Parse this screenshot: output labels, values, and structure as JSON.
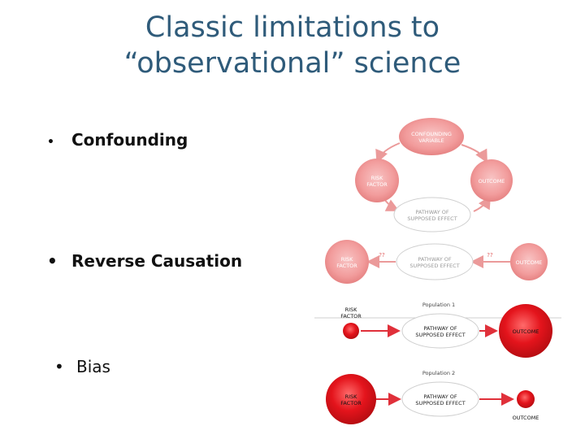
{
  "title": {
    "line1": "Classic limitations to",
    "line2": "“observational” science"
  },
  "bullets": [
    {
      "marker": "•",
      "label": "Confounding"
    },
    {
      "marker": "•",
      "label": "Reverse Causation"
    },
    {
      "marker": "•",
      "label": "Bias"
    }
  ],
  "confounding_diagram": {
    "confounder": [
      "CONFOUNDING",
      "VARIABLE"
    ],
    "risk_factor": [
      "RISK",
      "FACTOR"
    ],
    "outcome": "OUTCOME",
    "pathway": [
      "PATHWAY OF",
      "SUPPOSED EFFECT"
    ]
  },
  "reverse_diagram": {
    "risk_factor": [
      "RISK",
      "FACTOR"
    ],
    "pathway": [
      "PATHWAY OF",
      "SUPPOSED EFFECT"
    ],
    "outcome": "OUTCOME",
    "question_left": "??",
    "question_right": "??"
  },
  "bias_diagram": {
    "population1": "Population 1",
    "population2": "Population 2",
    "risk_factor_1": [
      "RISK",
      "FACTOR"
    ],
    "pathway_1": [
      "PATHWAY OF",
      "SUPPOSED EFFECT"
    ],
    "outcome_1": "OUTCOME",
    "risk_factor_2": [
      "RISK",
      "FACTOR"
    ],
    "pathway_2": [
      "PATHWAY OF",
      "SUPPOSED EFFECT"
    ],
    "outcome_2": "OUTCOME"
  },
  "colors": {
    "title": "#2f5b7a",
    "node_red": "#e8202a",
    "node_pale": "#f4a3a3",
    "arrow": "#e06060"
  }
}
